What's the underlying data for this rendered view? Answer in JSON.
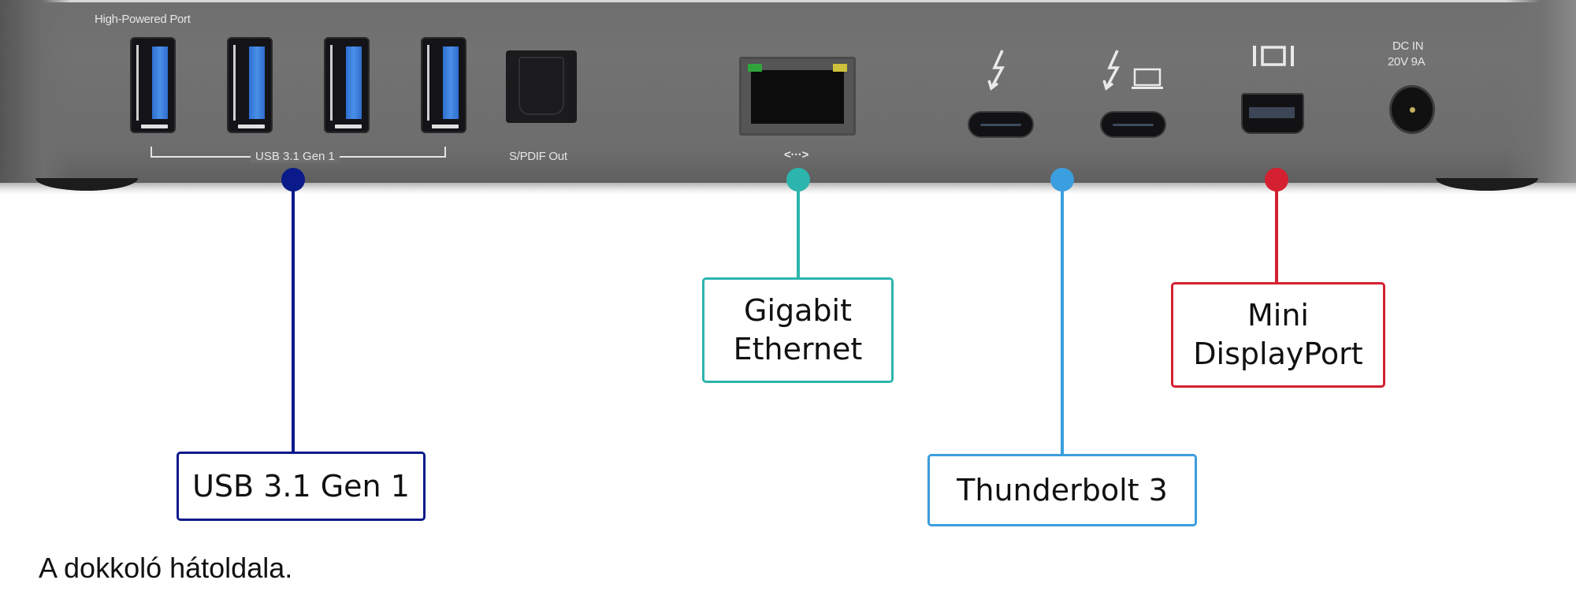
{
  "dock": {
    "labels": {
      "high_powered_port": "High-Powered Port",
      "usb_group": "USB 3.1 Gen 1",
      "spdif": "S/PDIF Out",
      "ethernet_symbol": "<···>",
      "dc_in_line1": "DC IN",
      "dc_in_line2": "20V 9A"
    }
  },
  "callouts": [
    {
      "id": "usb",
      "label": "USB 3.1 Gen 1",
      "color": "#0a1a8a"
    },
    {
      "id": "ethernet",
      "label_line1": "Gigabit",
      "label_line2": "Ethernet",
      "color": "#2bb5ad"
    },
    {
      "id": "thunderbolt",
      "label": "Thunderbolt 3",
      "color": "#3b9ede"
    },
    {
      "id": "minidp",
      "label_line1": "Mini",
      "label_line2": "DisplayPort",
      "color": "#d42030"
    }
  ],
  "caption": "A dokkoló hátoldala."
}
